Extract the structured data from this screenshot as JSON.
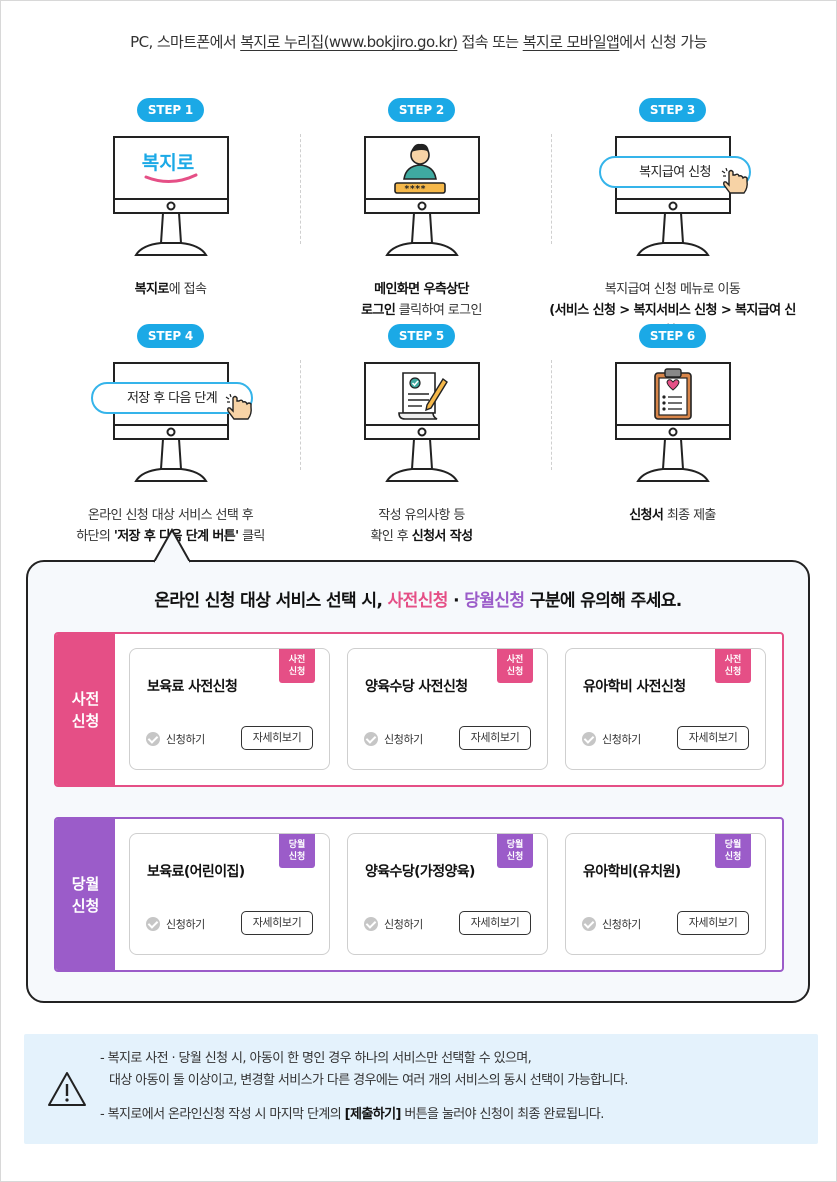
{
  "header": {
    "prefix": "PC, 스마트폰에서 ",
    "link1": "복지로 누리집(www.bokjiro.go.kr)",
    "middle": " 접속 또는 ",
    "link2": "복지로 모바일앱",
    "suffix": "에서 신청 가능"
  },
  "steps": [
    {
      "label": "STEP 1",
      "icon": "bokjiro-logo-monitor-icon",
      "logo_text": "복지로",
      "desc_bold": "복지로",
      "desc_rest": "에 접속"
    },
    {
      "label": "STEP 2",
      "icon": "login-user-monitor-icon",
      "password_mask": "****",
      "desc_line1": "메인화면 우측상단",
      "desc_line2_bold": "로그인",
      "desc_line2_rest": " 클릭하여 로그인"
    },
    {
      "label": "STEP 3",
      "icon": "menu-click-monitor-icon",
      "button_text": "복지급여 신청",
      "desc_line1": "복지급여 신청 메뉴로 이동",
      "desc_line2": "(서비스 신청 > 복지서비스 신청 > 복지급여 신청)"
    },
    {
      "label": "STEP 4",
      "icon": "save-next-monitor-icon",
      "button_text": "저장 후  다음 단계",
      "desc_line1": "온라인 신청 대상 서비스 선택 후",
      "desc_line2_pre": "하단의 ",
      "desc_line2_bold": "'저장 후 다음 단계 버튼'",
      "desc_line2_post": " 클릭"
    },
    {
      "label": "STEP 5",
      "icon": "document-check-monitor-icon",
      "desc_line1": "작성 유의사항 등",
      "desc_line2_pre": "확인 후 ",
      "desc_line2_bold": "신청서 작성"
    },
    {
      "label": "STEP 6",
      "icon": "clipboard-heart-monitor-icon",
      "desc_bold": "신청서",
      "desc_rest": " 최종 제출"
    }
  ],
  "notice": {
    "title_pre": "온라인 신청 대상 서비스 선택 시, ",
    "title_pink": "사전신청",
    "title_dot": " · ",
    "title_purple": "당월신청",
    "title_post": " 구분에 유의해 주세요."
  },
  "groups": [
    {
      "label": "사전 신청",
      "badge": "사전 신청",
      "cards": [
        {
          "title": "보육료 사전신청",
          "apply": "신청하기",
          "detail": "자세히보기"
        },
        {
          "title": "양육수당 사전신청",
          "apply": "신청하기",
          "detail": "자세히보기"
        },
        {
          "title": "유아학비 사전신청",
          "apply": "신청하기",
          "detail": "자세히보기"
        }
      ]
    },
    {
      "label": "당월 신청",
      "badge": "당월 신청",
      "cards": [
        {
          "title": "보육료(어린이집)",
          "apply": "신청하기",
          "detail": "자세히보기"
        },
        {
          "title": "양육수당(가정양육)",
          "apply": "신청하기",
          "detail": "자세히보기"
        },
        {
          "title": "유아학비(유치원)",
          "apply": "신청하기",
          "detail": "자세히보기"
        }
      ]
    }
  ],
  "info": {
    "icon": "warning-icon",
    "line1": "- 복지로 사전 · 당월 신청 시, 아동이 한 명인 경우 하나의 서비스만 선택할 수 있으며,",
    "line2": "대상 아동이 둘 이상이고, 변경할 서비스가 다른 경우에는 여러 개의 서비스의 동시 선택이 가능합니다.",
    "line3_pre": "- 복지로에서 온라인신청 작성 시 마지막 단계의 ",
    "line3_bold": "[제출하기]",
    "line3_post": " 버튼을 눌러야 신청이 최종 완료됩니다."
  },
  "colors": {
    "step_blue": "#1ba9e6",
    "pink": "#e54f86",
    "purple": "#9b5cc9",
    "info_bg": "#e4f2fc"
  }
}
